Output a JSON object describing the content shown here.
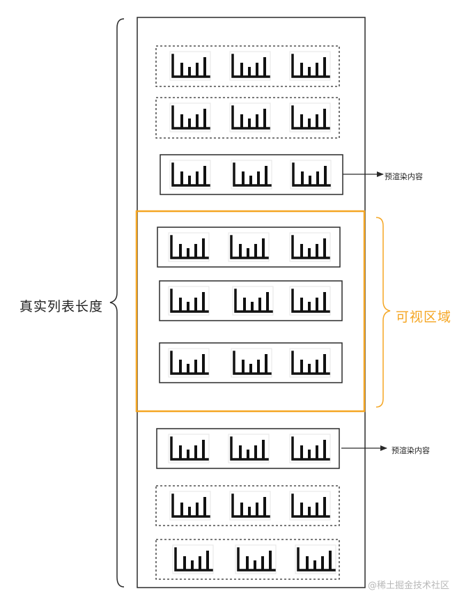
{
  "labels": {
    "total_length": "真实列表长度",
    "visible_area": "可视区域",
    "prerender_top": "预渲染内容",
    "prerender_bottom": "预渲染内容",
    "watermark": "@稀土掘金技术社区"
  },
  "colors": {
    "visible_area": "#f5a623",
    "stroke": "#2a2a2a",
    "text": "#222222",
    "watermark": "#b8b8b8"
  },
  "rows": [
    {
      "style": "dashed",
      "region": "outside",
      "items": [
        "chart-icon",
        "chart-icon",
        "chart-icon"
      ]
    },
    {
      "style": "dashed",
      "region": "outside",
      "items": [
        "chart-icon",
        "chart-icon",
        "chart-icon"
      ]
    },
    {
      "style": "solid",
      "region": "prerender",
      "items": [
        "chart-icon",
        "chart-icon",
        "chart-icon"
      ]
    },
    {
      "style": "solid",
      "region": "visible",
      "items": [
        "chart-icon",
        "chart-icon",
        "chart-icon"
      ]
    },
    {
      "style": "solid",
      "region": "visible",
      "items": [
        "chart-icon",
        "chart-icon",
        "chart-icon"
      ]
    },
    {
      "style": "solid",
      "region": "visible",
      "items": [
        "chart-icon",
        "chart-icon",
        "chart-icon"
      ]
    },
    {
      "style": "solid",
      "region": "prerender",
      "items": [
        "chart-icon",
        "chart-icon",
        "chart-icon"
      ]
    },
    {
      "style": "dashed",
      "region": "outside",
      "items": [
        "chart-icon",
        "chart-icon",
        "chart-icon"
      ]
    },
    {
      "style": "dashed",
      "region": "outside",
      "items": [
        "chart-icon",
        "chart-icon",
        "chart-icon"
      ]
    }
  ]
}
